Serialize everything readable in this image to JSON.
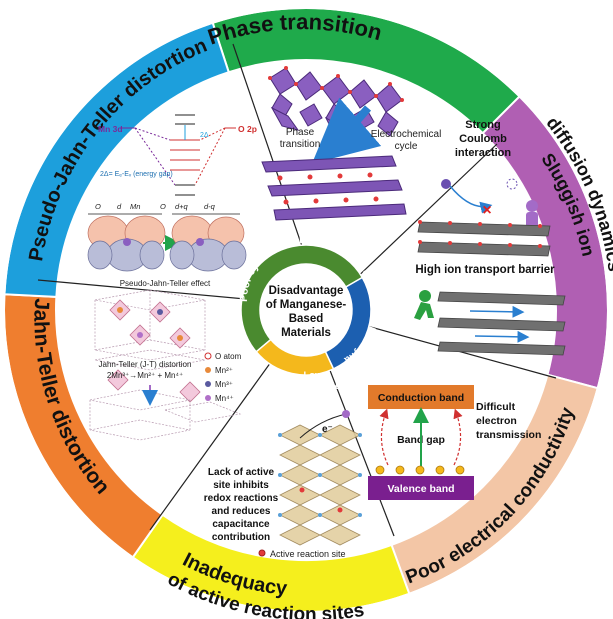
{
  "center": {
    "line1": "Disadvantage",
    "line2": "of Manganese-",
    "line3": "Based",
    "line4": "Materials"
  },
  "inner_ring": {
    "poor_cyclic": "Poor cyclic stability",
    "poor_charge": "Poor charge transport dynamic",
    "low_capacitance_1": "Low",
    "low_capacitance_2": "capacitance"
  },
  "sectors": {
    "phase_transition": {
      "title": "Phase transition",
      "phase_label_1": "Phase",
      "phase_label_2": "transition",
      "electro_label_1": "Electrochemical",
      "electro_label_2": "cycle"
    },
    "sluggish": {
      "title_1": "Sluggish ion",
      "title_2": "diffusion dynamics",
      "coulomb_1": "Strong",
      "coulomb_2": "Coulomb",
      "coulomb_3": "interaction",
      "barrier": "High ion transport barrier"
    },
    "poor_conductivity": {
      "title": "Poor electrical conductivity",
      "conduction_band": "Conduction band",
      "valence_band": "Valence band",
      "band_gap": "Band gap",
      "difficult_1": "Difficult",
      "difficult_2": "electron",
      "difficult_3": "transmission"
    },
    "inadequacy": {
      "title_1": "Inadequacy",
      "title_2": "of active reaction sites",
      "lack_1": "Lack of active",
      "lack_2": "site inhibits",
      "lack_3": "redox reactions",
      "lack_4": "and reduces",
      "lack_5": "capacitance",
      "lack_6": "contribution",
      "electron": "e⁻",
      "active_site": "Active reaction site"
    },
    "jahn_teller": {
      "title": "Jahn-Teller distortion",
      "o_atom": "O atom",
      "mn2": "Mn²⁺",
      "mn3": "Mn³⁺",
      "mn4": "Mn⁴⁺",
      "jt_1": "Jahn-Teller (J-T) distortion",
      "jt_2": "2Mn³⁺→Mn²⁺ + Mn⁴⁺"
    },
    "pseudo_jt": {
      "title": "Pseudo-Jahn-Teller distortion",
      "mn3d": "Mn 3d",
      "o2p": "O 2p",
      "gap_eq": "2Δ= Eₑ-Eᵥ (energy gap)",
      "effect": "Pseudo-Jahn-Teller effect",
      "o_left": "O",
      "mn_mid": "Mn",
      "o_right": "O",
      "d_label": "d",
      "dq_label": "d+q",
      "dmq_label": "d-q",
      "two_delta": "2Δ"
    }
  },
  "colors": {
    "green": "#1faa4b",
    "magenta": "#b05fb3",
    "peach": "#f3c6a6",
    "yellow": "#f5ef1d",
    "orange": "#ef7e2f",
    "blue": "#1d9fdc",
    "inner_green": "#4a8a2f",
    "inner_blue": "#1c5fb0",
    "inner_yellow": "#f4b81c",
    "band_orange": "#e27a2b",
    "band_purple": "#7a1f8f"
  }
}
